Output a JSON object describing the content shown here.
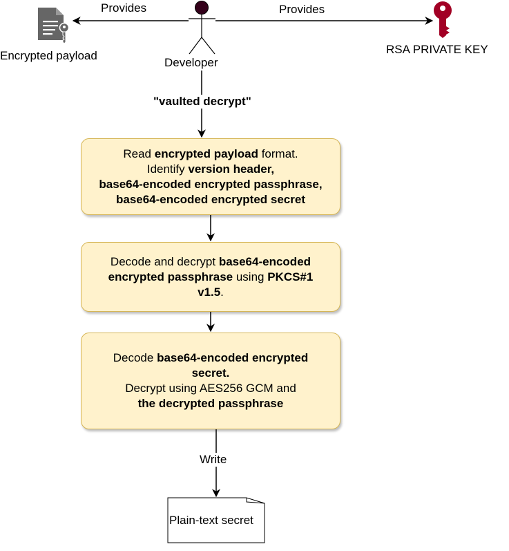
{
  "actor": {
    "label": "Developer"
  },
  "payload": {
    "label": "Encrypted payload",
    "icon": "document-key-icon"
  },
  "private_key": {
    "label": "RSA PRIVATE KEY",
    "icon": "key-icon",
    "color": "#a20025"
  },
  "edges": {
    "provides_left": "Provides",
    "provides_right": "Provides",
    "command": "\"vaulted decrypt\"",
    "write": "Write"
  },
  "steps": [
    {
      "lines": [
        [
          {
            "t": "Read "
          },
          {
            "t": "encrypted payload",
            "b": true
          },
          {
            "t": " format."
          }
        ],
        [
          {
            "t": "Identify "
          },
          {
            "t": "version header,",
            "b": true
          }
        ],
        [
          {
            "t": "base64-encoded encrypted passphrase,",
            "b": true
          }
        ],
        [
          {
            "t": "base64-encoded encrypted secret",
            "b": true
          }
        ]
      ]
    },
    {
      "lines": [
        [
          {
            "t": "Decode and decrypt "
          },
          {
            "t": "base64-encoded",
            "b": true
          }
        ],
        [
          {
            "t": "encrypted passphrase",
            "b": true
          },
          {
            "t": " using "
          },
          {
            "t": "PKCS#1",
            "b": true
          }
        ],
        [
          {
            "t": "v1.5",
            "b": true
          },
          {
            "t": "."
          }
        ]
      ]
    },
    {
      "lines": [
        [
          {
            "t": "Decode "
          },
          {
            "t": "base64-encoded encrypted",
            "b": true
          }
        ],
        [
          {
            "t": "secret.",
            "b": true
          }
        ],
        [
          {
            "t": "Decrypt using AES256 GCM and"
          }
        ],
        [
          {
            "t": "the decrypted passphrase",
            "b": true
          }
        ]
      ]
    }
  ],
  "output": {
    "label": "Plain-text secret"
  },
  "colors": {
    "step_fill": "#fff2cc",
    "step_stroke": "#d6b656",
    "actor_head": "#33001a",
    "icon_gray": "#666666"
  }
}
